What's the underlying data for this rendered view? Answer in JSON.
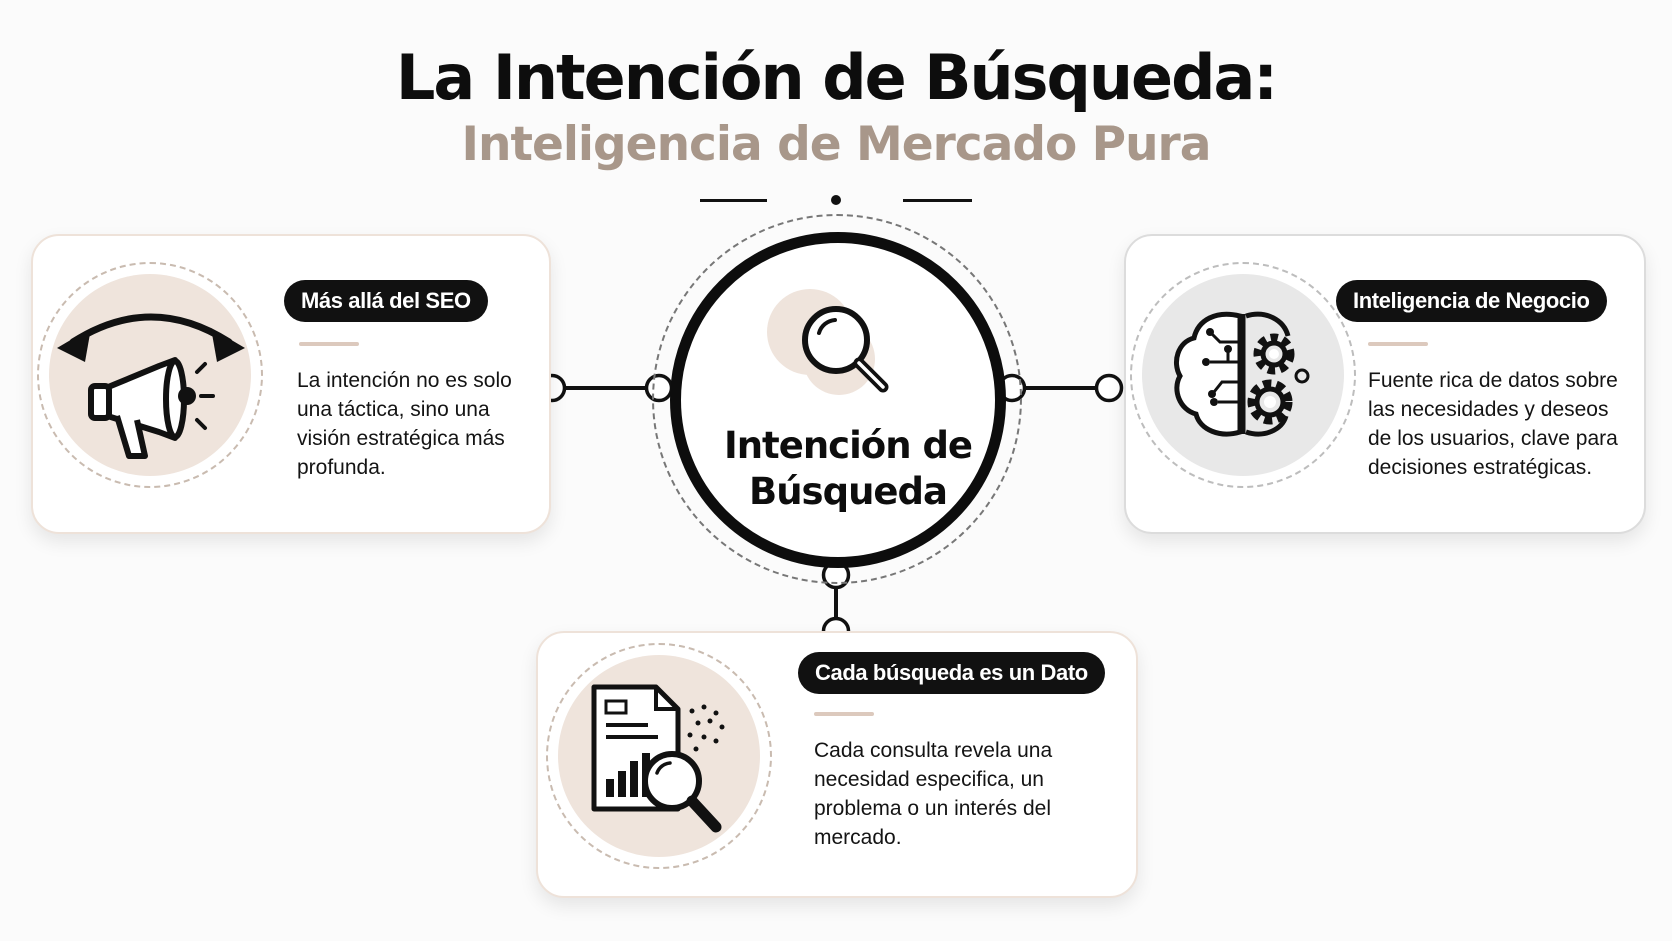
{
  "title": {
    "main": "La Intención de Búsqueda:",
    "sub": "Inteligencia de Mercado Pura"
  },
  "center": {
    "label_line1": "Intención de",
    "label_line2": "Búsqueda",
    "icon": "magnifier-icon"
  },
  "cards": {
    "left": {
      "heading": "Más allá del SEO",
      "text": "La intención no es solo una táctica, sino una visión estratégica más profunda.",
      "icon": "megaphone-icon"
    },
    "right": {
      "heading": "Inteligencia de Negocio",
      "text": "Fuente rica de datos sobre las necesidades y deseos de los usuarios, clave para decisiones estratégicas.",
      "icon": "brain-gears-icon"
    },
    "bottom": {
      "heading": "Cada búsqueda es un Dato",
      "text": "Cada consulta revela una necesidad especifica, un problema o un interés del mercado.",
      "icon": "document-search-icon"
    }
  },
  "colors": {
    "accent": "#a8978a",
    "dark": "#111111",
    "beige": "#efe4dc",
    "rule": "#dcc9bd"
  }
}
